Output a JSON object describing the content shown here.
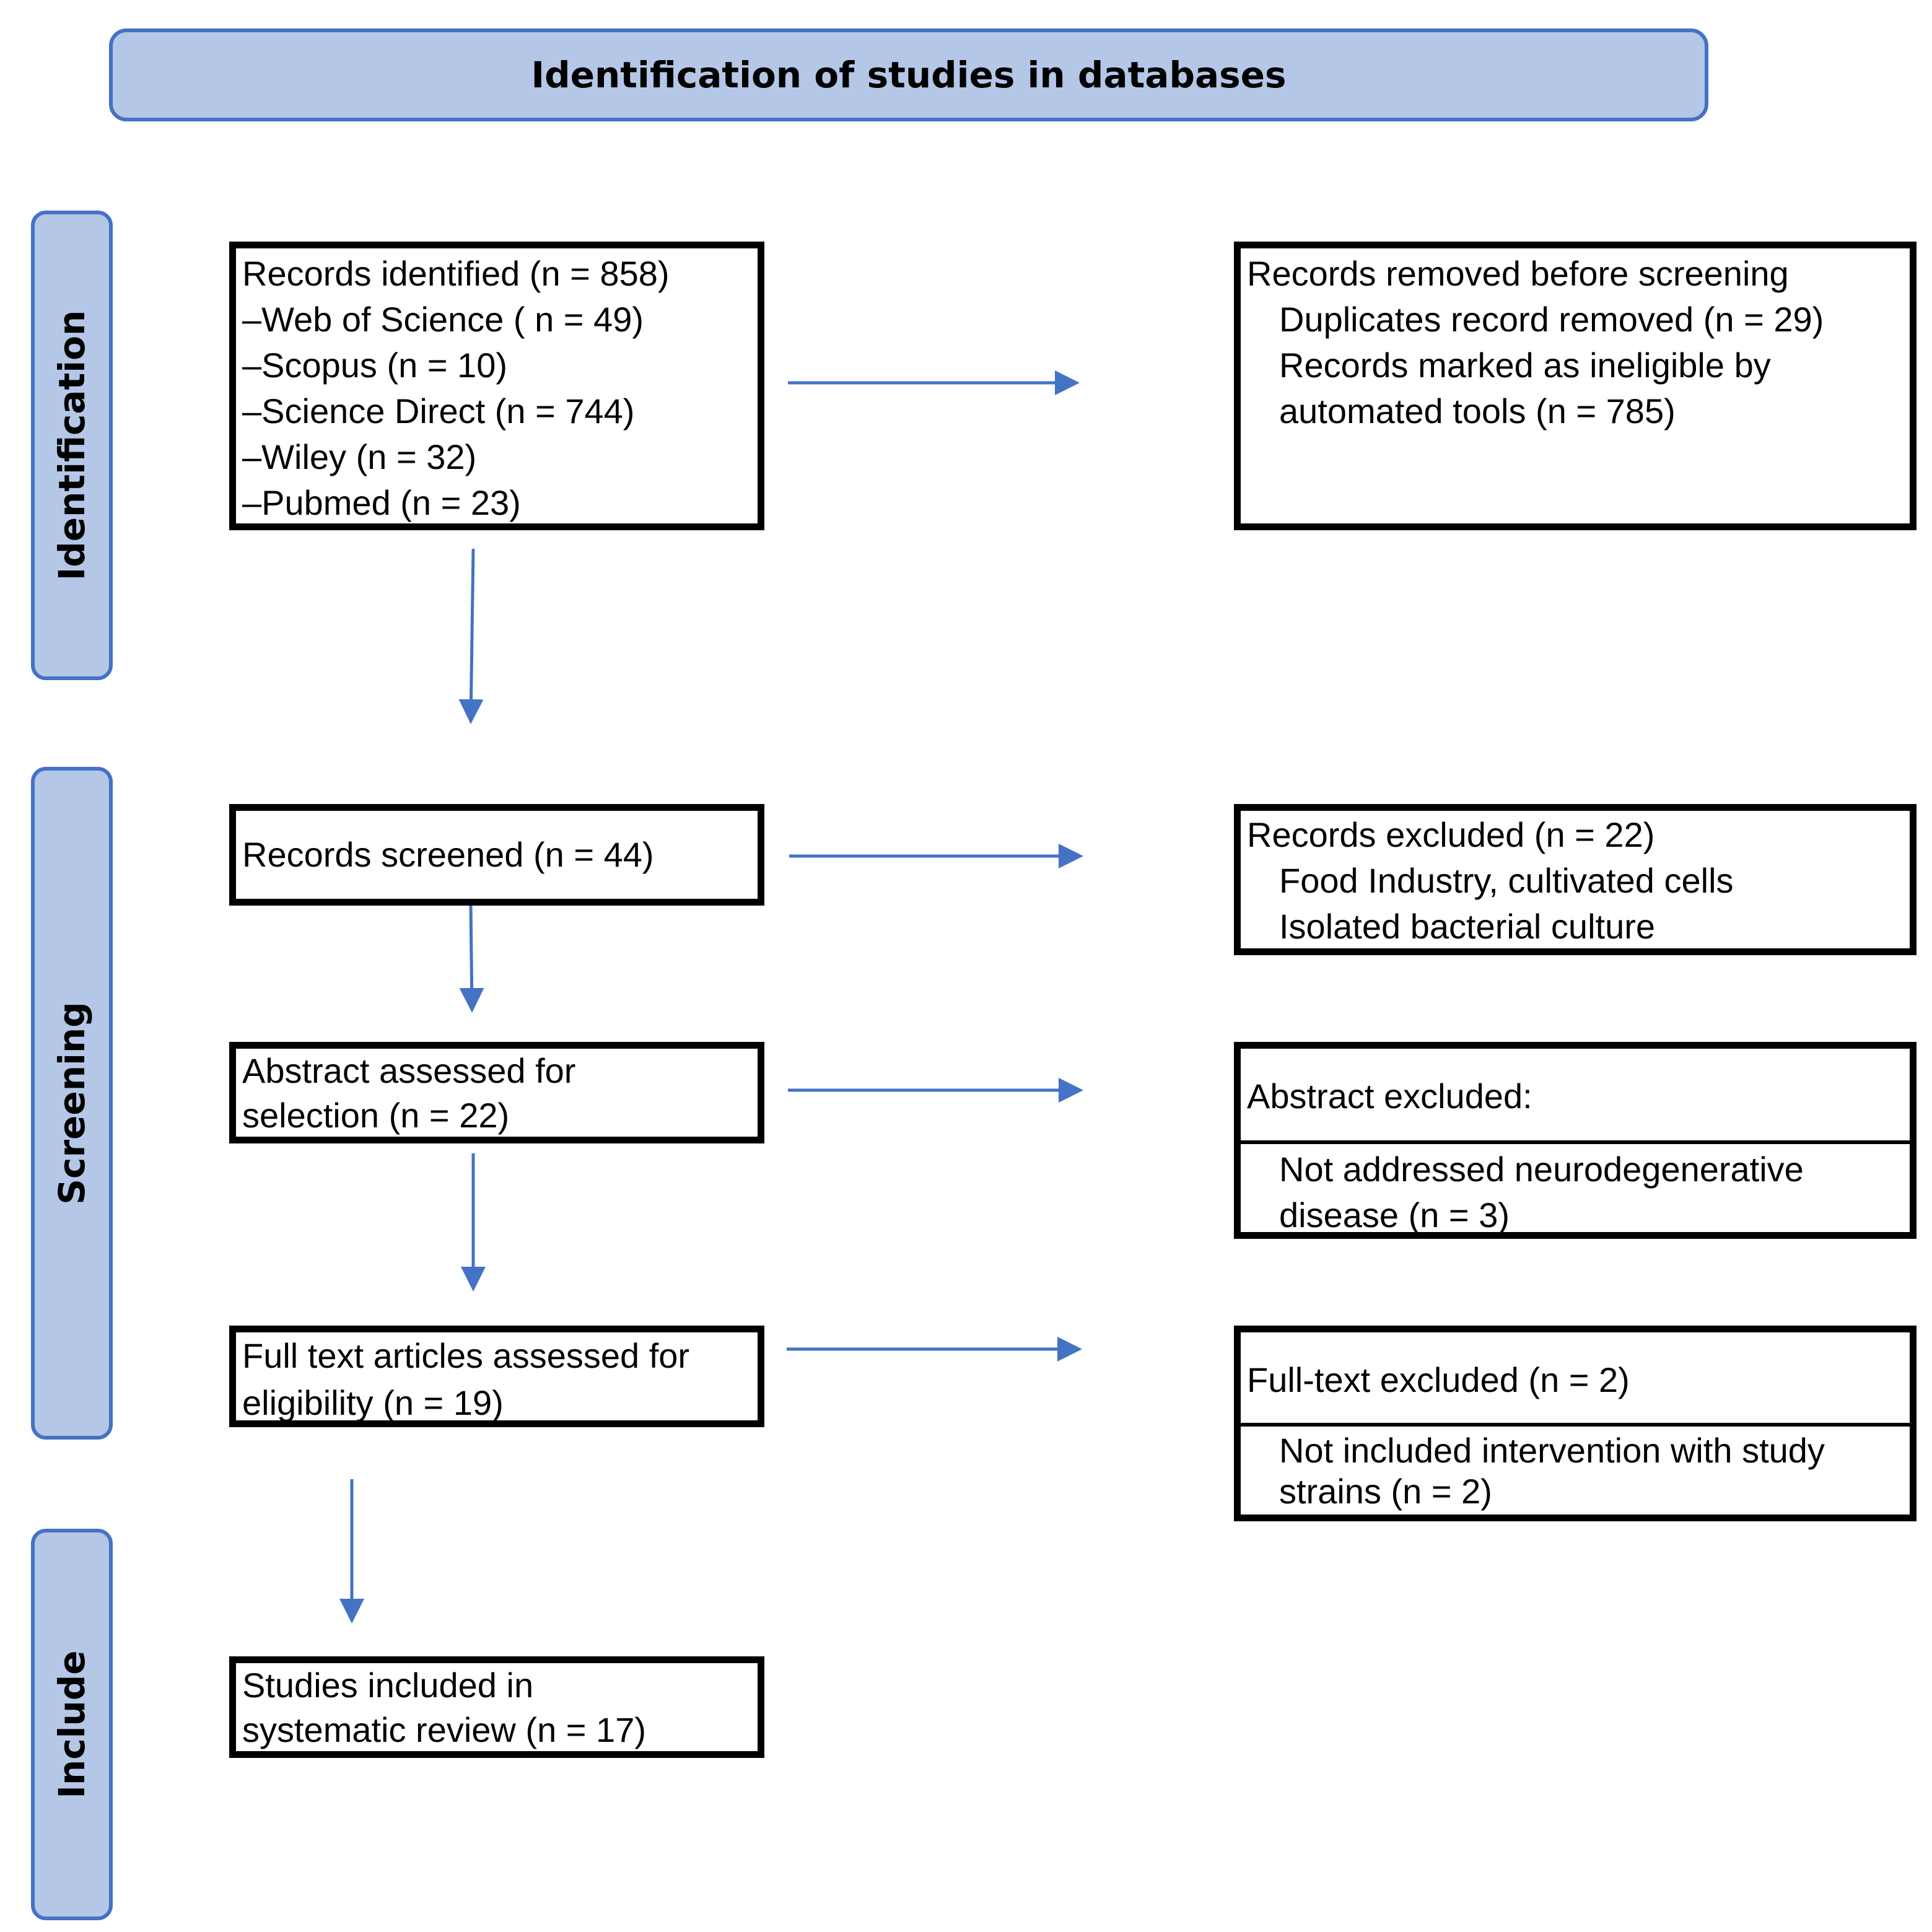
{
  "header": {
    "title": "Identification of studies in databases"
  },
  "phases": {
    "identification": "Identification",
    "screening": "Screening",
    "include": "Include"
  },
  "records_identified": {
    "lines": [
      "Records identified (n = 858)",
      "–Web of Science ( n = 49)",
      "–Scopus (n = 10)",
      "–Science Direct (n = 744)",
      "–Wiley (n = 32)",
      "–Pubmed (n = 23)"
    ]
  },
  "records_removed": {
    "title": "Records removed before screening",
    "lines": [
      "Duplicates record removed (n = 29)",
      "Records marked as ineligible by",
      "automated tools (n = 785)"
    ]
  },
  "records_screened": {
    "text": "Records screened (n = 44)"
  },
  "records_excluded": {
    "title": "Records excluded (n = 22)",
    "lines": [
      "Food Industry, cultivated cells",
      "Isolated bacterial culture"
    ]
  },
  "abstract_assessed": {
    "lines": [
      "Abstract assessed for",
      "selection (n = 22)"
    ]
  },
  "abstract_excluded": {
    "title": "Abstract excluded:",
    "lines": [
      "Not addressed neurodegenerative",
      "disease (n = 3)"
    ]
  },
  "fulltext_assessed": {
    "lines": [
      "Full text articles assessed for",
      "eligibility (n = 19)"
    ]
  },
  "fulltext_excluded": {
    "title": "Full-text excluded (n = 2)",
    "lines": [
      "Not included intervention with study",
      "strains (n = 2)"
    ]
  },
  "studies_included": {
    "lines": [
      "Studies included in",
      "systematic review (n = 17)"
    ]
  },
  "colors": {
    "phase_fill": "#b4c7e7",
    "phase_border": "#4472c4",
    "arrow": "#4472c4",
    "box_border": "#000000"
  }
}
